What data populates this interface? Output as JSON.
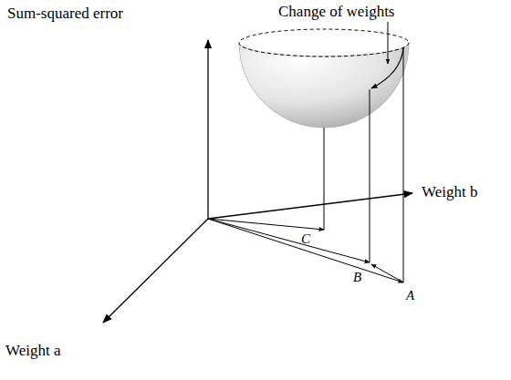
{
  "diagram": {
    "labels": [
      "Sum-squared error",
      "Change of weights",
      "Weight b",
      "Weight a",
      "C",
      "B",
      "A"
    ]
  }
}
